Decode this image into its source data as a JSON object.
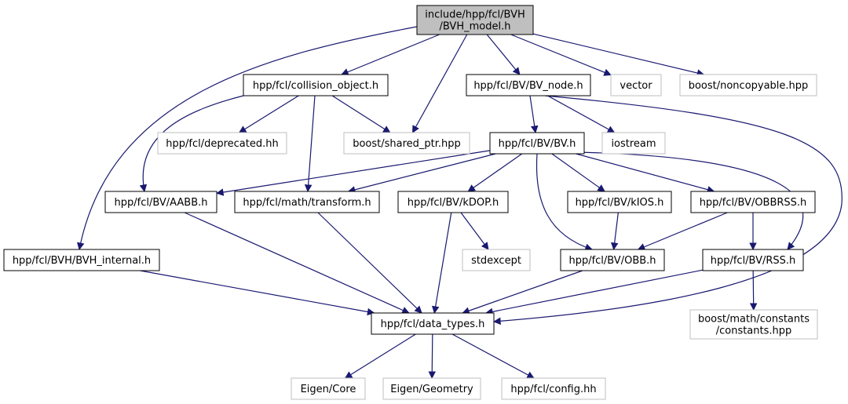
{
  "colors": {
    "edge": "#191970",
    "node_border_local": "#000000",
    "node_border_external": "#bfbfbf",
    "root_fill": "#bfbfbf",
    "node_fill": "#ffffff"
  },
  "nodes": [
    {
      "id": "root",
      "lines": [
        "include/hpp/fcl/BVH",
        "/BVH_model.h"
      ],
      "kind": "root"
    },
    {
      "id": "collision_object",
      "lines": [
        "hpp/fcl/collision_object.h"
      ],
      "kind": "local"
    },
    {
      "id": "bv_node",
      "lines": [
        "hpp/fcl/BV/BV_node.h"
      ],
      "kind": "local"
    },
    {
      "id": "vector",
      "lines": [
        "vector"
      ],
      "kind": "external"
    },
    {
      "id": "noncopyable",
      "lines": [
        "boost/noncopyable.hpp"
      ],
      "kind": "external"
    },
    {
      "id": "deprecated",
      "lines": [
        "hpp/fcl/deprecated.hh"
      ],
      "kind": "external"
    },
    {
      "id": "shared_ptr",
      "lines": [
        "boost/shared_ptr.hpp"
      ],
      "kind": "external"
    },
    {
      "id": "bv",
      "lines": [
        "hpp/fcl/BV/BV.h"
      ],
      "kind": "local"
    },
    {
      "id": "iostream",
      "lines": [
        "iostream"
      ],
      "kind": "external"
    },
    {
      "id": "aabb",
      "lines": [
        "hpp/fcl/BV/AABB.h"
      ],
      "kind": "local"
    },
    {
      "id": "transform",
      "lines": [
        "hpp/fcl/math/transform.h"
      ],
      "kind": "local"
    },
    {
      "id": "kdop",
      "lines": [
        "hpp/fcl/BV/kDOP.h"
      ],
      "kind": "local"
    },
    {
      "id": "kios",
      "lines": [
        "hpp/fcl/BV/kIOS.h"
      ],
      "kind": "local"
    },
    {
      "id": "obbrss",
      "lines": [
        "hpp/fcl/BV/OBBRSS.h"
      ],
      "kind": "local"
    },
    {
      "id": "bvh_internal",
      "lines": [
        "hpp/fcl/BVH/BVH_internal.h"
      ],
      "kind": "local"
    },
    {
      "id": "stdexcept",
      "lines": [
        "stdexcept"
      ],
      "kind": "external"
    },
    {
      "id": "obb",
      "lines": [
        "hpp/fcl/BV/OBB.h"
      ],
      "kind": "local"
    },
    {
      "id": "rss",
      "lines": [
        "hpp/fcl/BV/RSS.h"
      ],
      "kind": "local"
    },
    {
      "id": "data_types",
      "lines": [
        "hpp/fcl/data_types.h"
      ],
      "kind": "local"
    },
    {
      "id": "constants",
      "lines": [
        "boost/math/constants",
        "/constants.hpp"
      ],
      "kind": "external"
    },
    {
      "id": "eigen_core",
      "lines": [
        "Eigen/Core"
      ],
      "kind": "external"
    },
    {
      "id": "eigen_geometry",
      "lines": [
        "Eigen/Geometry"
      ],
      "kind": "external"
    },
    {
      "id": "config",
      "lines": [
        "hpp/fcl/config.hh"
      ],
      "kind": "external"
    }
  ],
  "edges": [
    [
      "root",
      "collision_object"
    ],
    [
      "root",
      "shared_ptr"
    ],
    [
      "root",
      "bv_node"
    ],
    [
      "root",
      "vector"
    ],
    [
      "root",
      "noncopyable"
    ],
    [
      "root",
      "bvh_internal"
    ],
    [
      "collision_object",
      "aabb"
    ],
    [
      "collision_object",
      "deprecated"
    ],
    [
      "collision_object",
      "shared_ptr"
    ],
    [
      "collision_object",
      "transform"
    ],
    [
      "bv_node",
      "bv"
    ],
    [
      "bv_node",
      "iostream"
    ],
    [
      "bv_node",
      "data_types"
    ],
    [
      "bv",
      "aabb"
    ],
    [
      "bv",
      "transform"
    ],
    [
      "bv",
      "kdop"
    ],
    [
      "bv",
      "obb"
    ],
    [
      "bv",
      "kios"
    ],
    [
      "bv",
      "obbrss"
    ],
    [
      "bv",
      "rss"
    ],
    [
      "aabb",
      "data_types"
    ],
    [
      "transform",
      "data_types"
    ],
    [
      "kdop",
      "stdexcept"
    ],
    [
      "kdop",
      "data_types"
    ],
    [
      "kios",
      "obb"
    ],
    [
      "obbrss",
      "obb"
    ],
    [
      "obbrss",
      "rss"
    ],
    [
      "bvh_internal",
      "data_types"
    ],
    [
      "obb",
      "data_types"
    ],
    [
      "rss",
      "data_types"
    ],
    [
      "rss",
      "constants"
    ],
    [
      "data_types",
      "eigen_core"
    ],
    [
      "data_types",
      "eigen_geometry"
    ],
    [
      "data_types",
      "config"
    ]
  ]
}
